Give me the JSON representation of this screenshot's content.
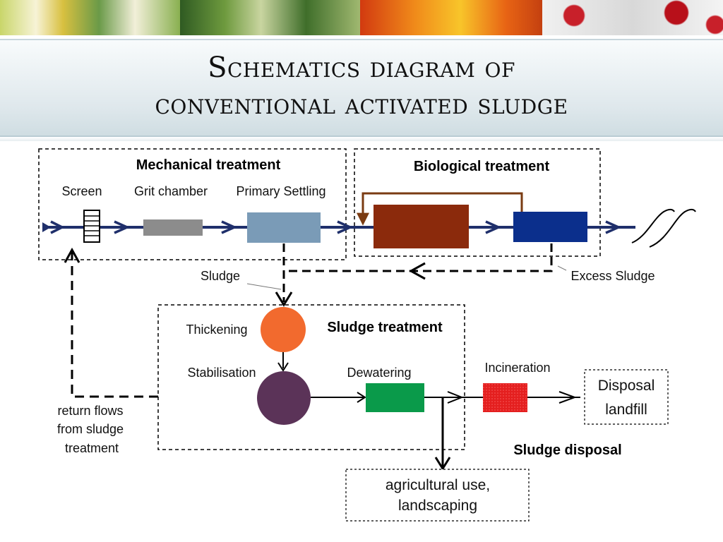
{
  "title": {
    "line1": "Schematics diagram of",
    "line2": "conventional activated sludge"
  },
  "banner": {
    "colors": [
      "#d9b54a",
      "#4f8a3a",
      "#e06a1a",
      "#f0c020",
      "#c8202a",
      "#e8e8e8"
    ]
  },
  "sections": {
    "mechanical": "Mechanical treatment",
    "biological": "Biological treatment",
    "sludge_treatment": "Sludge treatment",
    "sludge_disposal": "Sludge disposal"
  },
  "stages": {
    "screen": "Screen",
    "grit_chamber": "Grit chamber",
    "primary_settling": "Primary  Settling",
    "sludge": "Sludge",
    "excess_sludge": "Excess  Sludge",
    "thickening": "Thickening",
    "stabilisation": "Stabilisation",
    "dewatering": "Dewatering",
    "incineration": "Incineration"
  },
  "boxes": {
    "disposal_line1": "Disposal",
    "disposal_line2": "landfill",
    "agri_line1": "agricultural use,",
    "agri_line2": "landscaping"
  },
  "return_flows": {
    "line1": "return flows",
    "line2": "from sludge",
    "line3": "treatment"
  },
  "colors": {
    "flow_line": "#1f2f6b",
    "grit": "#8c8c8c",
    "primary": "#7a9bb7",
    "aeration": "#8b2a0c",
    "clarifier": "#0b2f8c",
    "return_arrow": "#7a3b12",
    "thickener": "#f26a2e",
    "digester": "#5b3358",
    "dewatering": "#0a9a4a",
    "incineration": "#e41f1f"
  }
}
